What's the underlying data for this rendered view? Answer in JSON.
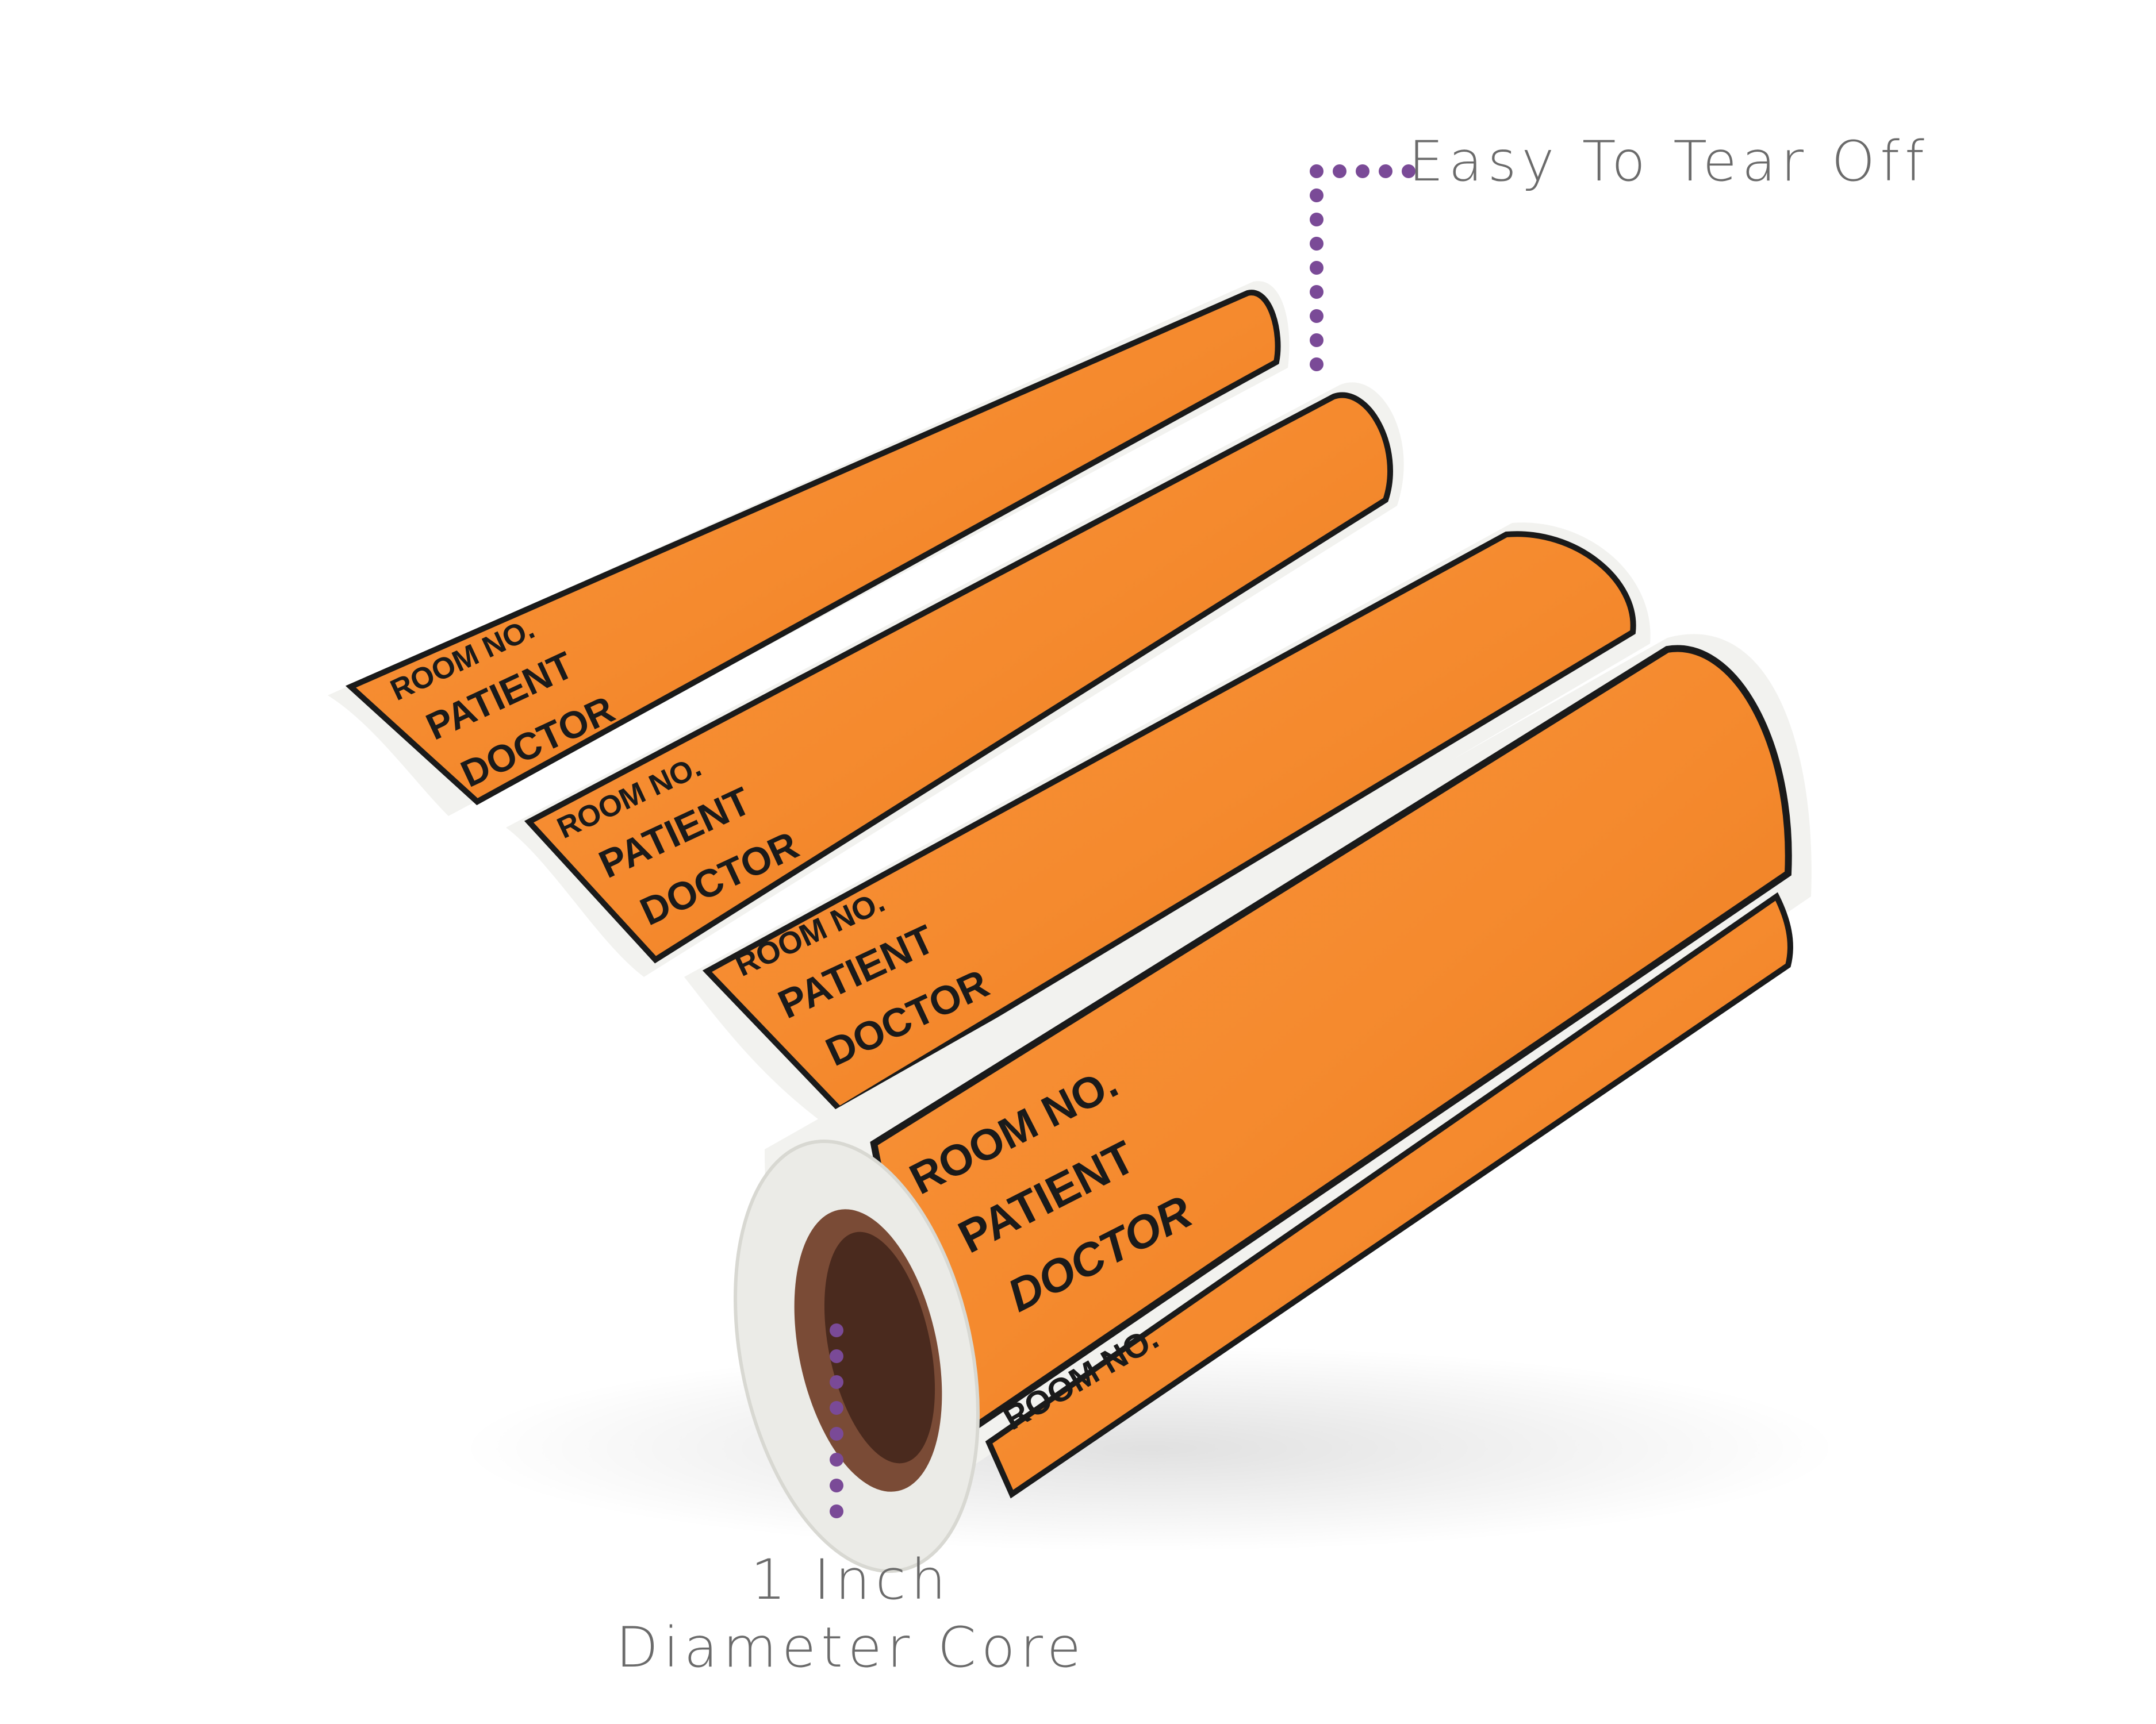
{
  "callouts": {
    "tear": "Easy To Tear Off",
    "core_line1": "1 Inch",
    "core_line2": "Diameter Core"
  },
  "label": {
    "room": "ROOM NO.",
    "patient": "PATIENT",
    "doctor": "DOCTOR"
  },
  "colors": {
    "label_orange": "#f58a2e",
    "label_border": "#1a1a1a",
    "backing": "#f2f2ef",
    "core_brown": "#6b4332",
    "callout_dots": "#7a4a97",
    "callout_text": "#6b6b6b"
  }
}
